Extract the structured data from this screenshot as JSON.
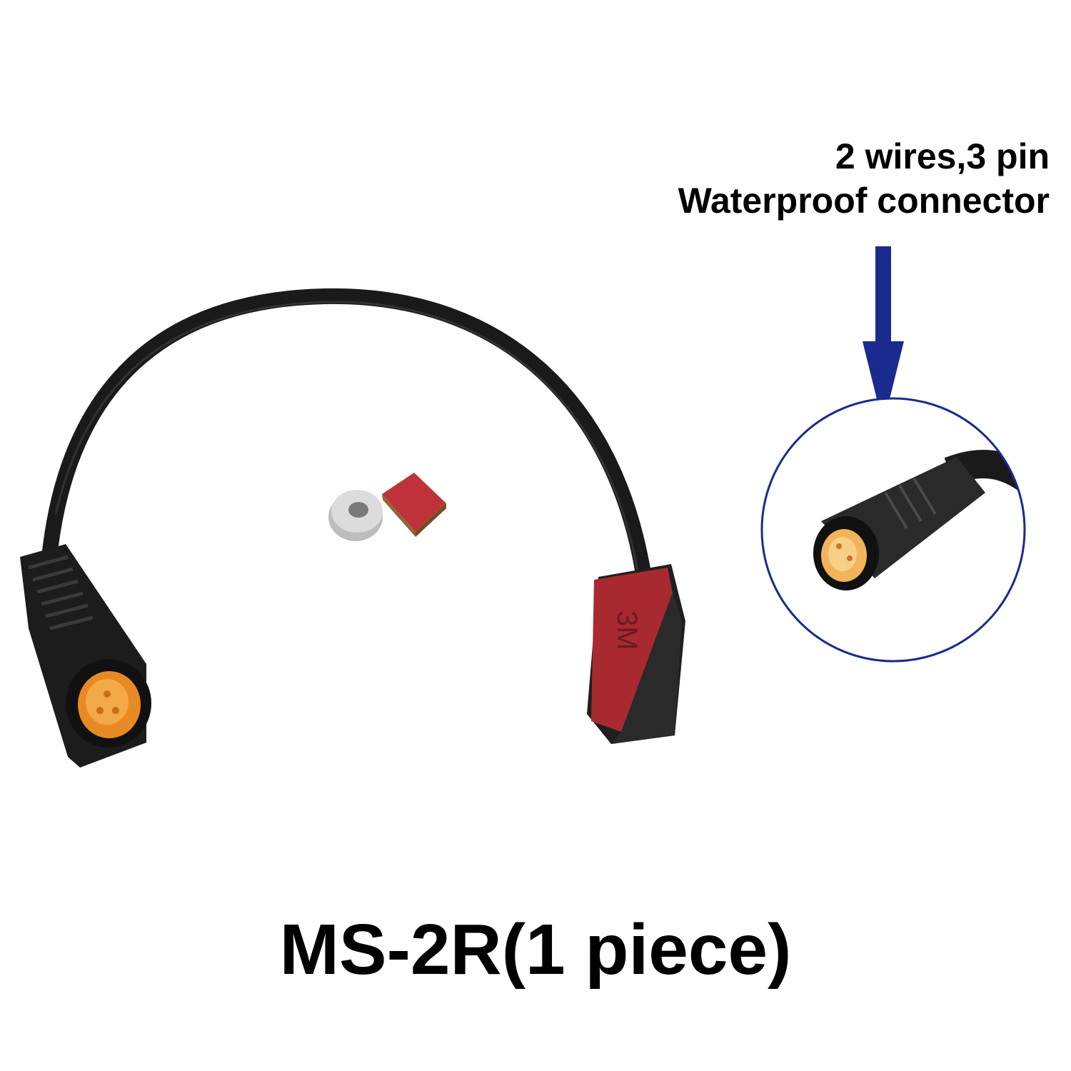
{
  "callout": {
    "line1": "2 wires,3 pin",
    "line2": "Waterproof connector",
    "arrow_color": "#1b2a8f"
  },
  "caption": {
    "text": "MS-2R(1 piece)"
  },
  "colors": {
    "background": "#ffffff",
    "cable": "#1a1a1a",
    "connector_pins": "#f0a040",
    "adhesive": "#b02a30",
    "magnet": "#c9c9c9",
    "circle_border": "#1b2a8f"
  },
  "icons": {
    "arrow": "down-arrow-icon",
    "product": "sensor-cable-image",
    "zoom": "connector-closeup-image"
  }
}
